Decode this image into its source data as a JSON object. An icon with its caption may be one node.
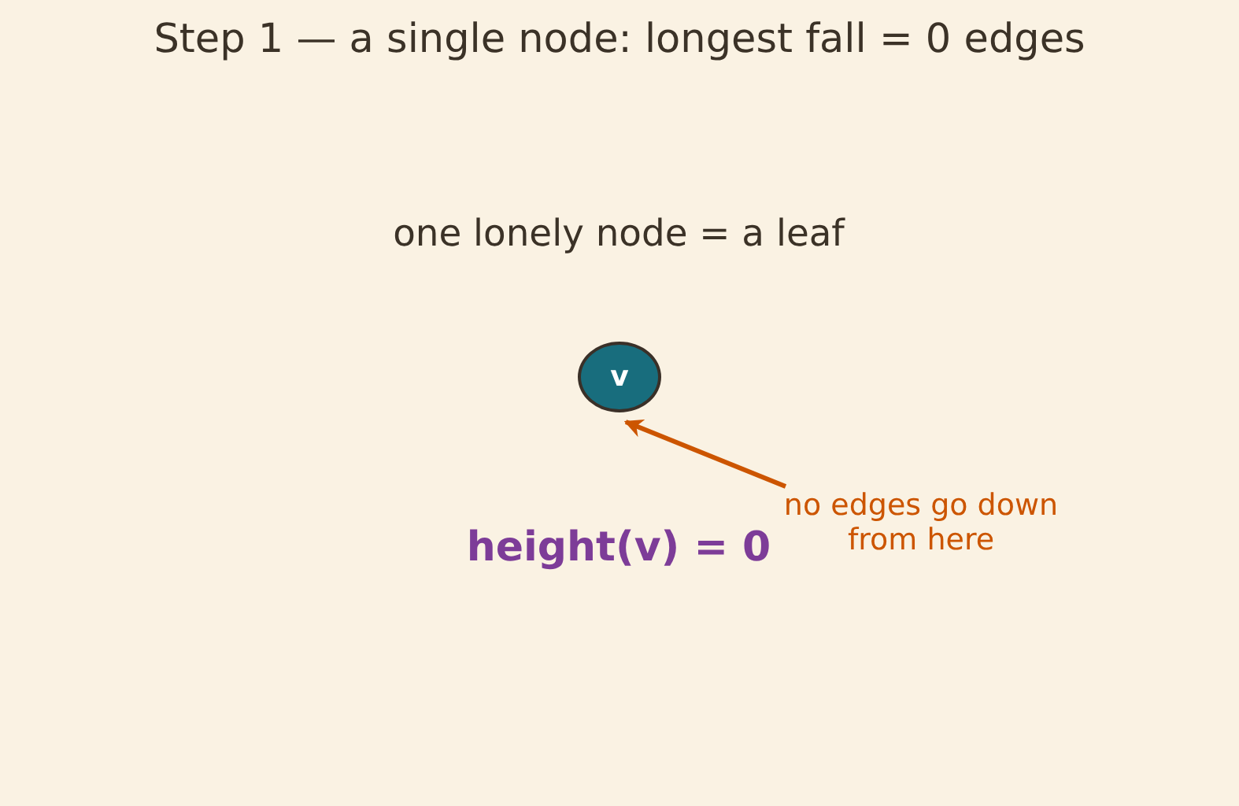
{
  "diagram": {
    "title": "Step 1 — a single node: longest fall = 0 edges",
    "nodes": [
      {
        "text": [
          "v"
        ]
      },
      {
        "text": [
          "no edges go down from here"
        ]
      }
    ],
    "edges": [
      {
        "from": 1,
        "to": 0,
        "arrow": "to",
        "color": "#cc5500"
      }
    ],
    "labels": [
      "one lonely node = a leaf",
      "height(v) = 0"
    ]
  }
}
